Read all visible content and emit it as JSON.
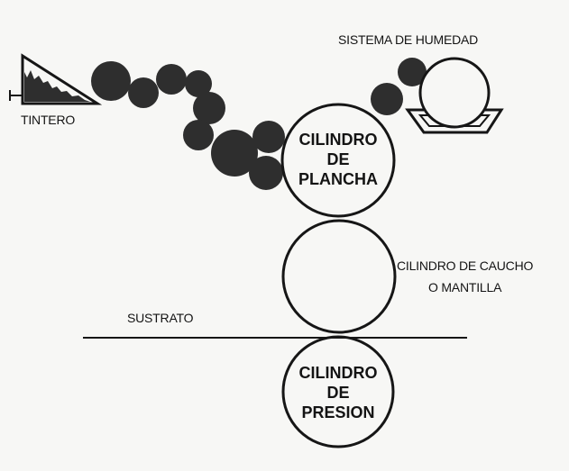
{
  "labels": {
    "moisture_system": "SISTEMA DE HUMEDAD",
    "ink_fountain": "TINTERO",
    "plate_cylinder": [
      "CILINDRO",
      "DE",
      "PLANCHA"
    ],
    "blanket_cylinder": [
      "CILINDRO DE CAUCHO",
      "O MANTILLA"
    ],
    "substrate": "SUSTRATO",
    "impression_cylinder": [
      "CILINDRO",
      "DE",
      "PRESION"
    ]
  },
  "colors": {
    "ink": "#2e2e2e",
    "line": "#161616",
    "background": "#f7f7f5"
  }
}
